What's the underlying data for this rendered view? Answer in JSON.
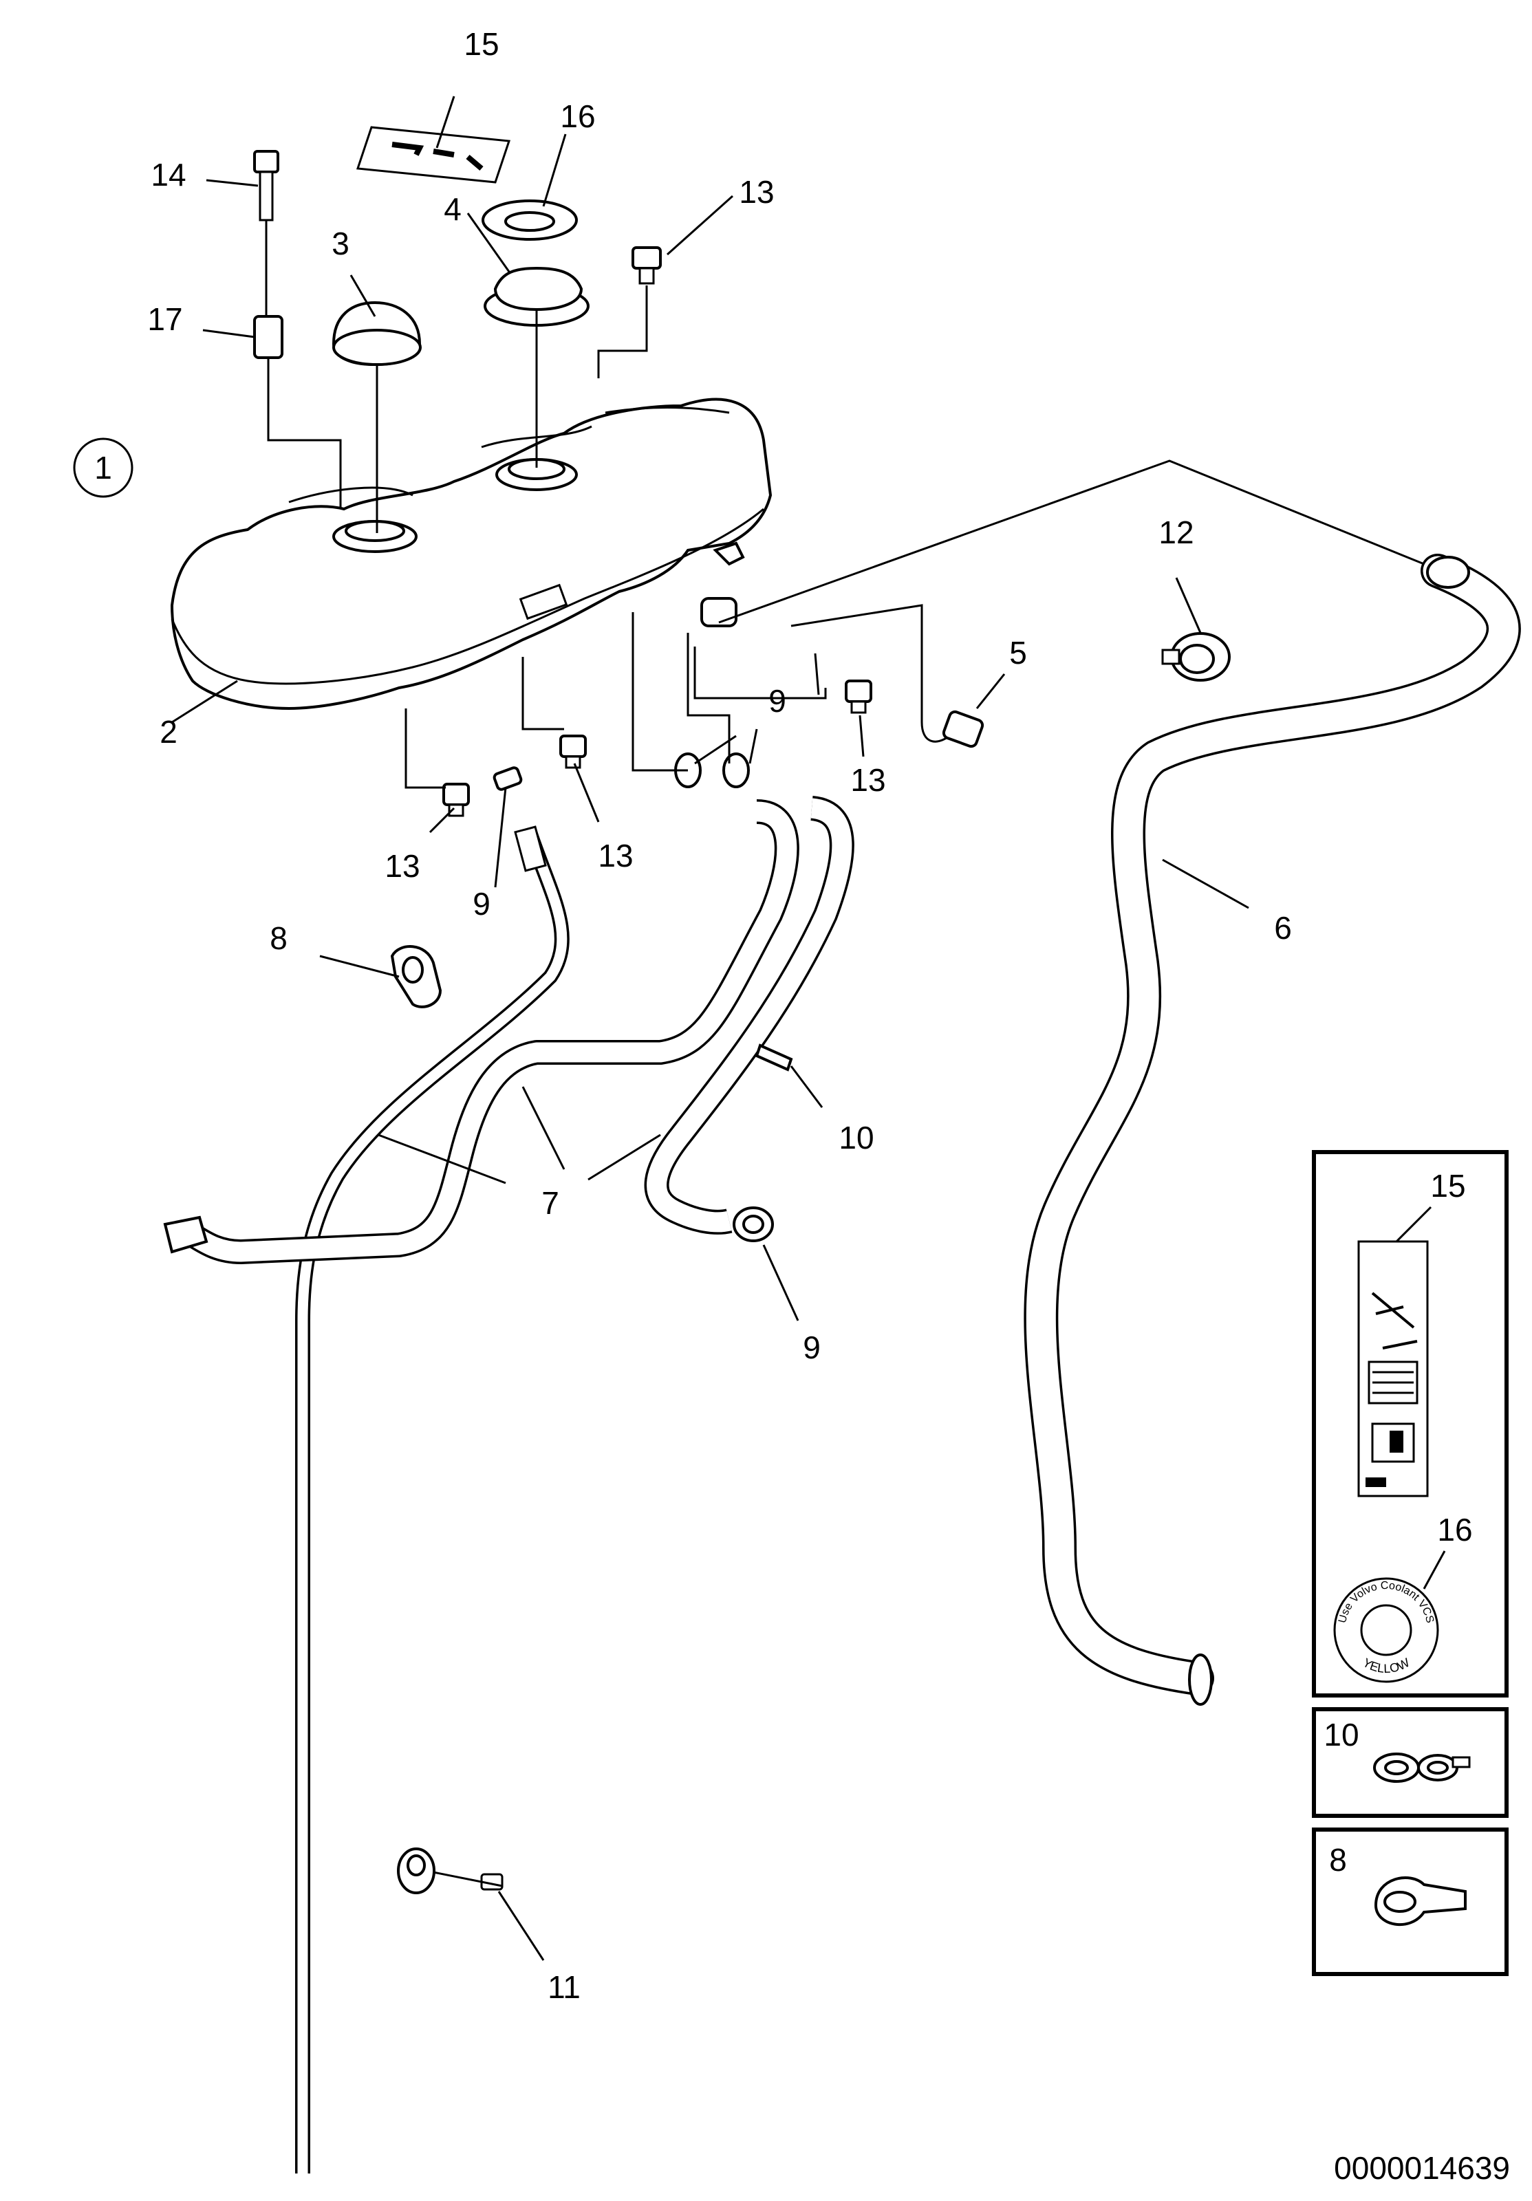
{
  "drawing_number": "0000014639",
  "view_marker": "1",
  "callouts": {
    "c2": "2",
    "c3": "3",
    "c4": "4",
    "c5": "5",
    "c6": "6",
    "c7": "7",
    "c8": "8",
    "c9": "9",
    "c10": "10",
    "c11": "11",
    "c12": "12",
    "c13": "13",
    "c14": "14",
    "c15": "15",
    "c16": "16",
    "c17": "17"
  },
  "insets": {
    "labels_box": {
      "label_15": "15",
      "label_16": "16",
      "cap_text_top": "Use Volvo Coolant VCS",
      "cap_text_bottom": "YELLOW"
    },
    "clip_10_box": {
      "label": "10"
    },
    "clip_8_box": {
      "label": "8"
    }
  }
}
